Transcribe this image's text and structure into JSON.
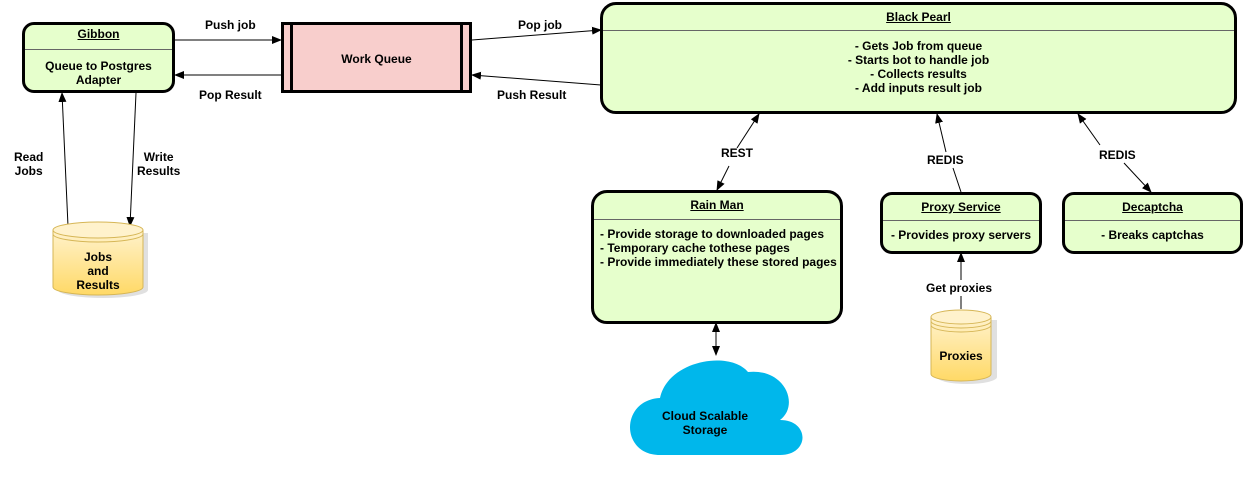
{
  "gibbon": {
    "title": "Gibbon",
    "lines": [
      "Queue to Postgres",
      "Adapter"
    ]
  },
  "work_queue": {
    "label": "Work Queue"
  },
  "black_pearl": {
    "title": "Black Pearl",
    "lines": [
      "- Gets Job from queue",
      "- Starts bot to handle job",
      "- Collects results",
      "- Add inputs result job"
    ]
  },
  "rain_man": {
    "title": "Rain Man",
    "lines": [
      "- Provide storage to downloaded pages",
      "- Temporary cache tothese pages",
      "- Provide immediately these stored pages"
    ]
  },
  "proxy_service": {
    "title": "Proxy Service",
    "lines": [
      "- Provides proxy servers"
    ]
  },
  "decaptcha": {
    "title": "Decaptcha",
    "lines": [
      "- Breaks captchas"
    ]
  },
  "jobs_db": {
    "lines": [
      "Jobs",
      "and",
      "Results"
    ]
  },
  "proxies_db": {
    "label": "Proxies"
  },
  "cloud": {
    "lines": [
      "Cloud Scalable",
      "Storage"
    ]
  },
  "edges": {
    "push_job": "Push job",
    "pop_result": "Pop Result",
    "pop_job": "Pop job",
    "push_result": "Push Result",
    "read_jobs": [
      "Read",
      "Jobs"
    ],
    "write_results": [
      "Write",
      "Results"
    ],
    "rest": "REST",
    "redis_proxy": "REDIS",
    "redis_decaptcha": "REDIS",
    "get_proxies": "Get proxies"
  },
  "colors": {
    "box_fill": "#e6ffcc",
    "queue_fill": "#f8cecc",
    "db_fill": "#ffd966",
    "cloud_fill": "#00b7eb"
  }
}
